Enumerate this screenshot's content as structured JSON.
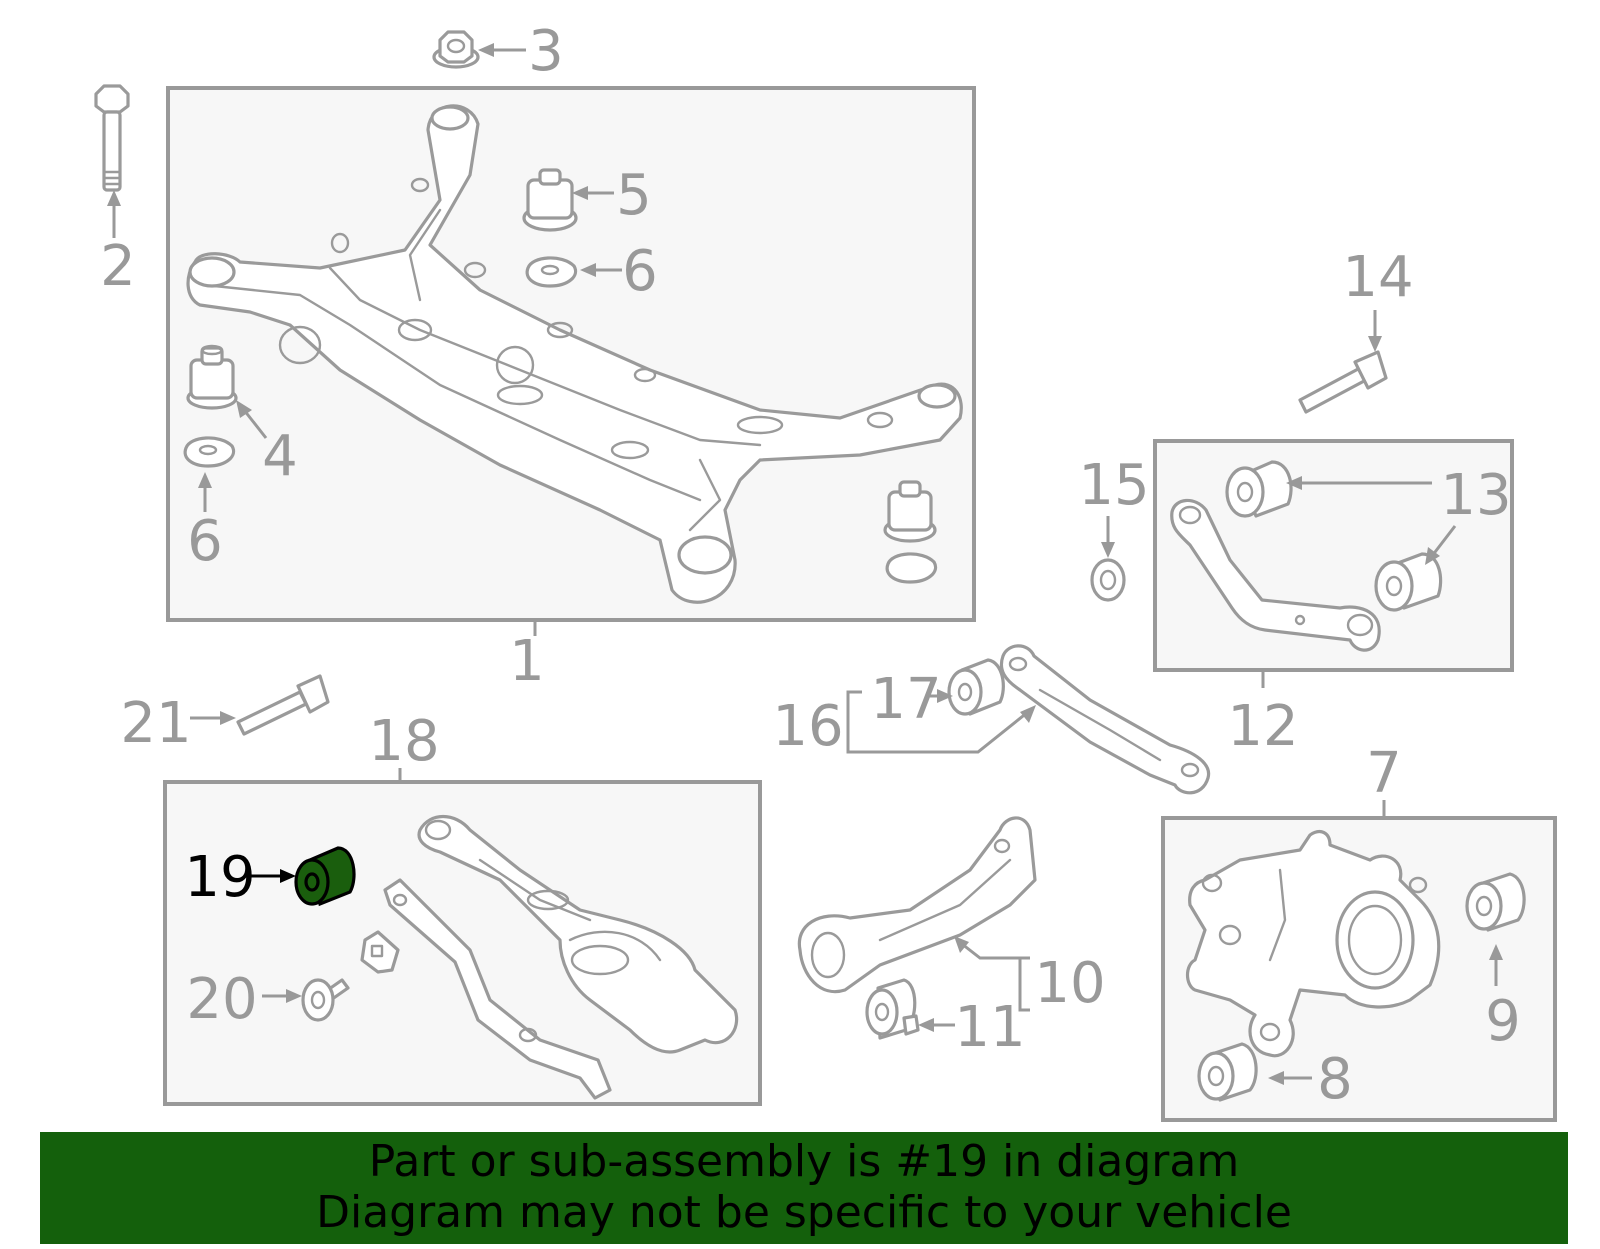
{
  "callouts": {
    "c1": "1",
    "c2": "2",
    "c3": "3",
    "c4": "4",
    "c5": "5",
    "c6a": "6",
    "c6b": "6",
    "c7": "7",
    "c8": "8",
    "c9": "9",
    "c10": "10",
    "c11": "11",
    "c12": "12",
    "c13": "13",
    "c14": "14",
    "c15": "15",
    "c16": "16",
    "c17": "17",
    "c18": "18",
    "c19": "19",
    "c20": "20",
    "c21": "21"
  },
  "highlighted_part": "19",
  "colors": {
    "banner": "#14600c",
    "highlight": "#1a5e0d",
    "line": "#999999",
    "box": "#f7f7f7"
  },
  "banner": {
    "line1": "Part or sub-assembly is #19 in diagram",
    "line2": "Diagram may not be specific to your vehicle"
  }
}
